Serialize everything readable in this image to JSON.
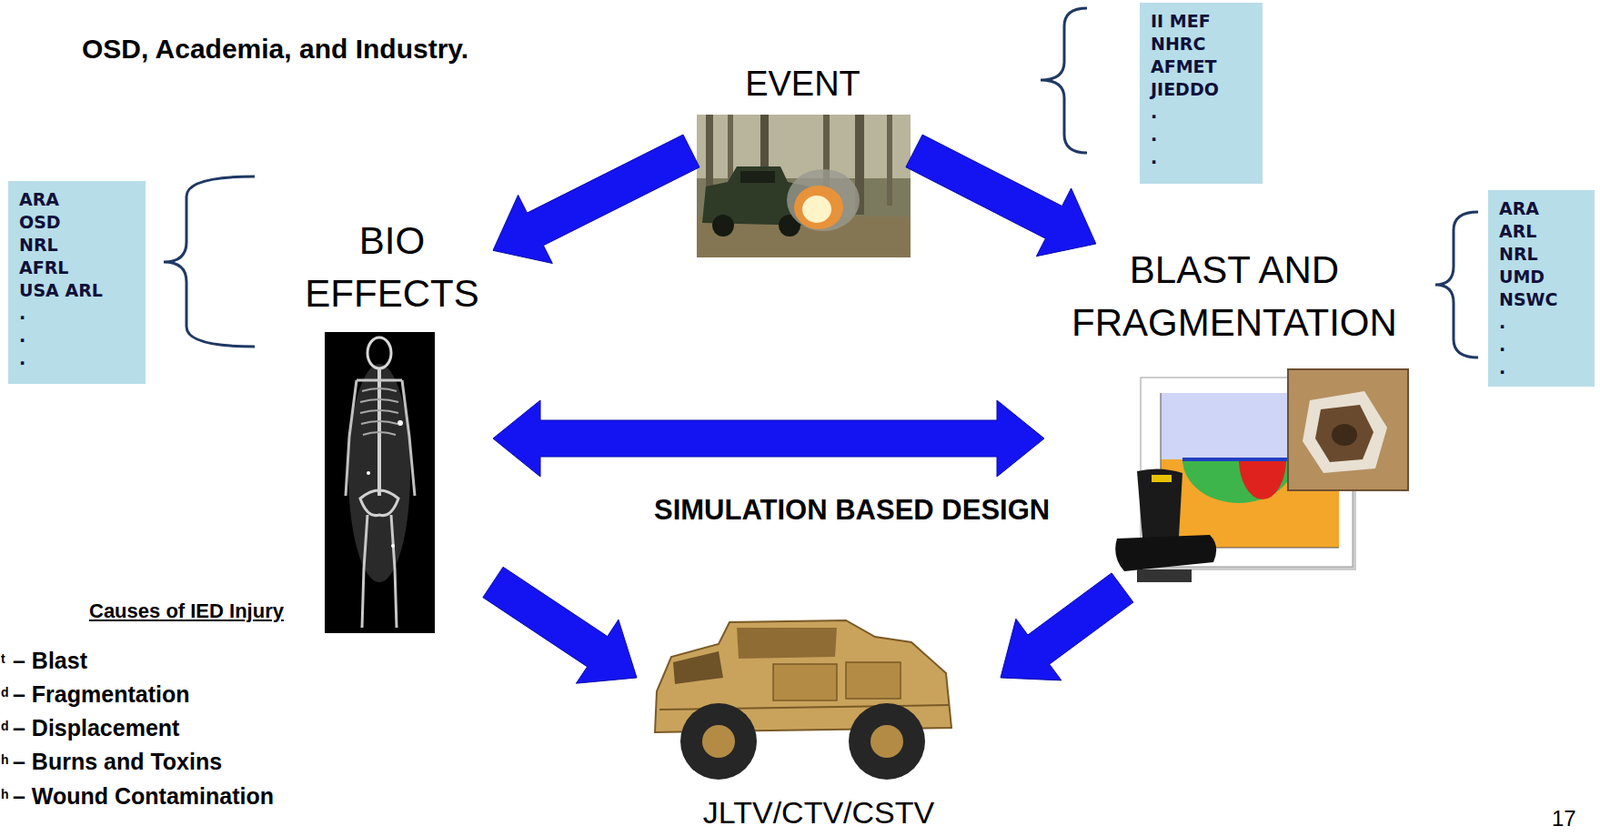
{
  "diagram": {
    "nodes": [
      {
        "text": [
          "EVENT"
        ]
      },
      {
        "text": [
          "BIO EFFECTS"
        ]
      },
      {
        "text": [
          "BLAST AND FRAGMENTATION"
        ]
      },
      {
        "text": [
          "JLTV/CTV/CSTV"
        ]
      },
      {
        "text": [
          "II MEF",
          "NHRC",
          "AFMET",
          "JIEDDO",
          ".",
          ".",
          "."
        ]
      },
      {
        "text": [
          "ARA",
          "OSD",
          "NRL",
          "AFRL",
          "USA ARL",
          ".",
          ".",
          "."
        ]
      },
      {
        "text": [
          "ARA",
          "ARL",
          "NRL",
          "UMD",
          "NSWC",
          ".",
          ".",
          "."
        ]
      }
    ],
    "edges": [
      {
        "from": 0,
        "to": 1,
        "arrow": "to"
      },
      {
        "from": 0,
        "to": 2,
        "arrow": "to"
      },
      {
        "from": 1,
        "to": 2,
        "arrow": "both"
      },
      {
        "from": 1,
        "to": 3,
        "arrow": "to"
      },
      {
        "from": 2,
        "to": 3,
        "arrow": "to"
      }
    ],
    "labels": [
      "OSD, Academia, and Industry.",
      "SIMULATION BASED DESIGN",
      "Causes of IED Injury",
      "t",
      "– Blast",
      "d",
      "– Fragmentation",
      "d",
      "– Displacement",
      "h",
      "– Burns and Toxins",
      "h",
      "– Wound Contamination",
      "17"
    ]
  }
}
